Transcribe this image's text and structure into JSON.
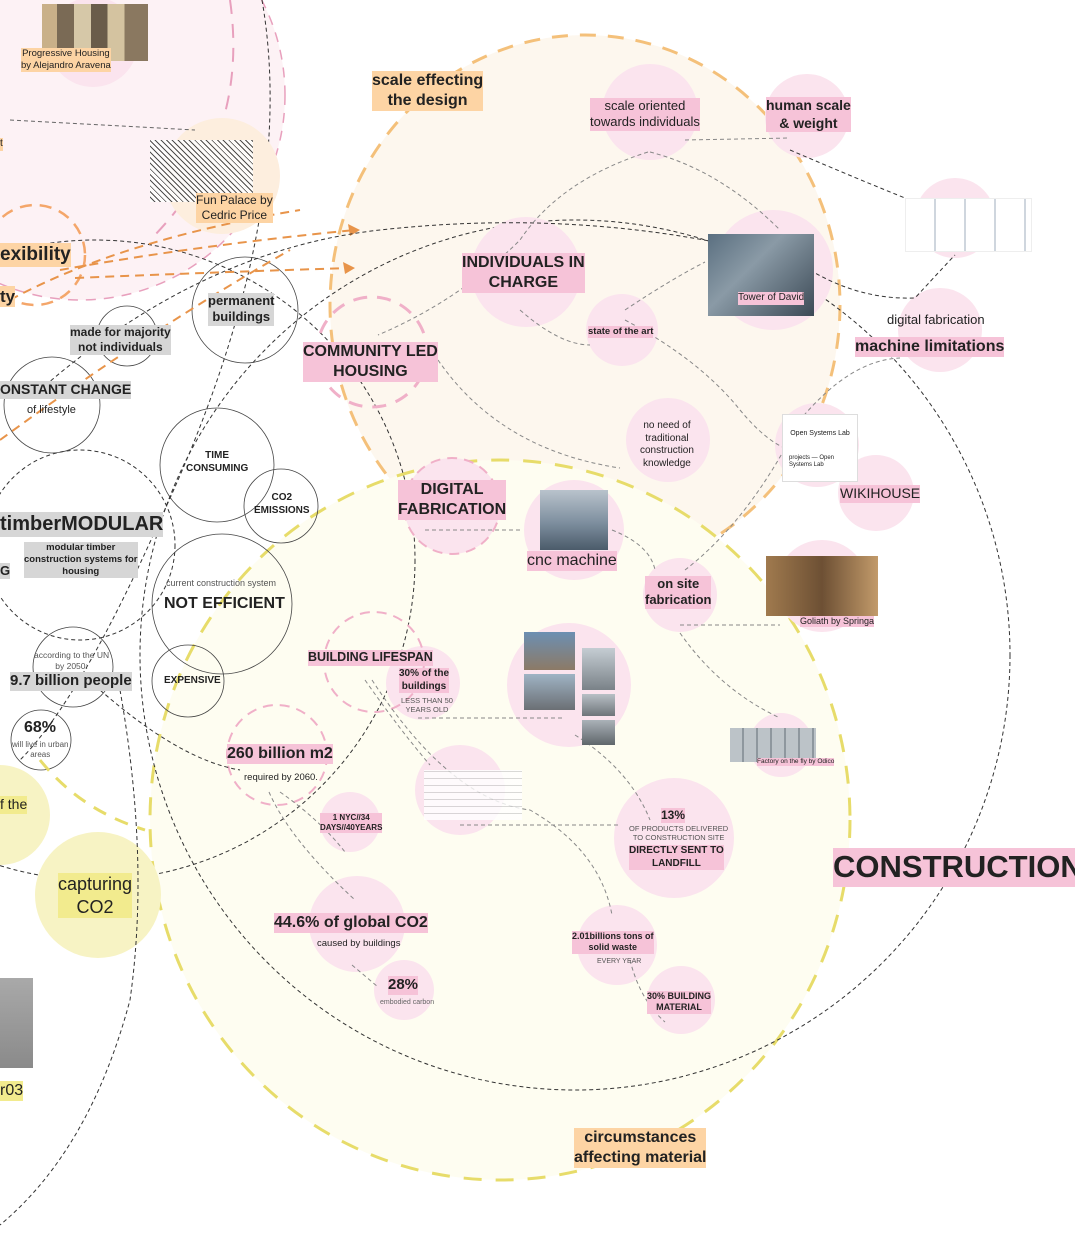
{
  "colors": {
    "pink_highlight": "#f6c3d8",
    "orange_highlight": "#fdd4a4",
    "yellow_highlight": "#f2eb8e",
    "gray_highlight": "#d6d6d6",
    "pink_circle": "#fbe4ee",
    "orange_dash": "#f4c07a",
    "yellow_dash": "#e7dc6a"
  },
  "nodes": {
    "progressive_housing": "Progressive Housing\nby Alejandro Aravena",
    "fun_palace": "Fun Palace by\nCedric Price",
    "flexibility": "exibility",
    "ty": "ty",
    "made_for_majority": "made for majority\nnot individuals",
    "permanent_buildings": "permanent\nbuildings",
    "constant_change": "ONSTANT CHANGE",
    "constant_change_sub": "of lifestyle",
    "time_consuming": "TIME\nCONSUMING",
    "co2_emissions": "CO2\nEMISSIONS",
    "timber_modular": "timberMODULAR",
    "timber_modular_sub": "modular timber\nconstruction systems for\nhousing",
    "g_fragment": "G",
    "current_system": "current construction system",
    "not_efficient": "NOT EFFICIENT",
    "expensive": "EXPENSIVE",
    "according_un": "according to the UN\nby 2050:",
    "people": "9.7 billion people",
    "urban_pct": "68%",
    "urban_sub": "will live in urban\nareas",
    "of_the": "f the",
    "capturing_co2": "capturing\nCO2",
    "r03": "r03",
    "t_fragment": "t",
    "scale_effecting": "scale effecting\nthe design",
    "scale_oriented": "scale oriented\ntowards individuals",
    "human_scale": "human scale\n& weight",
    "individuals_in_charge": "INDIVIDUALS IN\nCHARGE",
    "tower_of_david": "Tower of David",
    "state_of_art": "state of the art",
    "community_led": "COMMUNITY LED\nHOUSING",
    "digital_fab_small": "digital fabrication",
    "machine_limitations": "machine limitations",
    "no_need": "no need of\ntraditional\nconstruction\nknowledge",
    "open_systems_title": "Open Systems Lab",
    "open_systems_caption": "projects — Open\nSystems Lab",
    "wikihouse": "WIKIHOUSE",
    "digital_fabrication": "DIGITAL\nFABRICATION",
    "cnc_machine": "cnc machine",
    "on_site": "on site\nfabrication",
    "goliath": "Goliath by Springa",
    "factory": "Factory on the fly by Odico",
    "building_lifespan": "BUILDING LIFESPAN",
    "thirty_pct": "30% of the\nbuildings",
    "thirty_sub": "LESS THAN 50\nYEARS OLD",
    "billion_m2": "260 billion m2",
    "billion_m2_sub": "required by 2060.",
    "nyc": "1 NYC//34\nDAYS//40YEARS",
    "thirteen_pct": "13%",
    "thirteen_sub": "OF PRODUCTS DELIVERED\nTO CONSTRUCTION SITE",
    "thirteen_bold": "DIRECTLY SENT TO\nLANDFILL",
    "global_co2": "44.6% of global CO2",
    "global_co2_sub": "caused by buildings",
    "twentyeight": "28%",
    "twentyeight_sub": "embodied carbon",
    "solid_waste": "2.01billions tons of\nsolid waste",
    "solid_waste_sub": "EVERY YEAR",
    "building_material": "30% BUILDING\nMATERIAL",
    "construction": "CONSTRUCTION",
    "circumstances": "circumstances\naffecting material"
  }
}
